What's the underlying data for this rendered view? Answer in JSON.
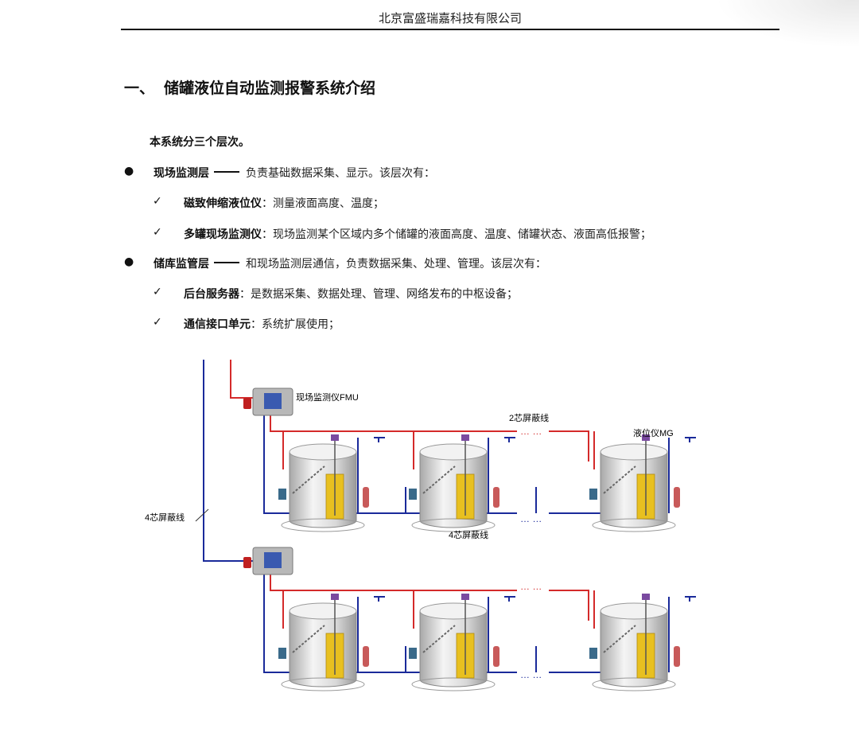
{
  "header": {
    "company": "北京富盛瑞嘉科技有限公司"
  },
  "section": {
    "number": "一、",
    "title": "储罐液位自动监测报警系统介绍"
  },
  "intro": "本系统分三个层次。",
  "items": [
    {
      "marker": "●",
      "term": "现场监测层",
      "dash": true,
      "desc": "负责基础数据采集、显示。该层次有："
    },
    {
      "marker": "✓",
      "term": "磁致伸缩液位仪",
      "desc": "：测量液面高度、温度；"
    },
    {
      "marker": "✓",
      "term": "多罐现场监测仪",
      "desc": "：现场监测某个区域内多个储罐的液面高度、温度、储罐状态、液面高低报警；"
    },
    {
      "marker": "●",
      "term": "储库监管层",
      "dash": true,
      "desc": "和现场监测层通信，负责数据采集、处理、管理。该层次有："
    },
    {
      "marker": "✓",
      "term": "后台服务器",
      "desc": "：是数据采集、数据处理、管理、网络发布的中枢设备；"
    },
    {
      "marker": "✓",
      "term": "通信接口单元",
      "desc": "：系统扩展使用；"
    }
  ],
  "diagram": {
    "label_fmu": "现场监测仪FMU",
    "label_2core": "2芯屏蔽线",
    "label_mg": "液位仪MG",
    "label_4core_left": "4芯屏蔽线",
    "label_4core_mid": "4芯屏蔽线",
    "ellipsis": "… …",
    "colors": {
      "red": "#d42a2a",
      "blue": "#1a2a9a",
      "tank": "#e2e2e2",
      "liquid": "#e8c020"
    }
  }
}
